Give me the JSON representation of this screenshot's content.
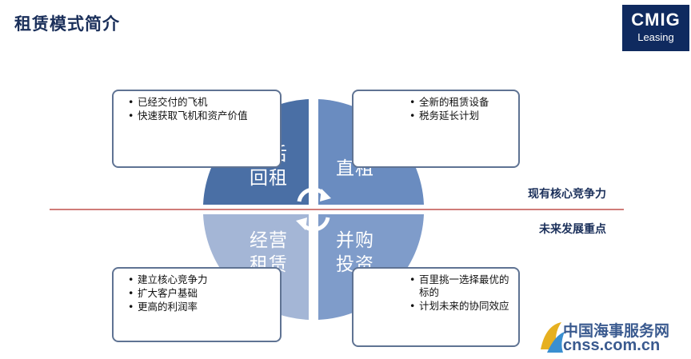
{
  "page": {
    "title": "租赁模式简介"
  },
  "logo": {
    "brand": "CMIG",
    "sub": "Leasing"
  },
  "quadrants": {
    "top_left": "售后\n回租",
    "top_right": "直租",
    "bottom_left": "经营\n租赁",
    "bottom_right": "并购\n投资"
  },
  "callouts": {
    "top_left": [
      "已经交付的飞机",
      "快速获取飞机和资产价值"
    ],
    "top_right": [
      "全新的租赁设备",
      "税务延长计划"
    ],
    "bottom_left": [
      "建立核心竞争力",
      "扩大客户基础",
      "更高的利润率"
    ],
    "bottom_right": [
      "百里挑一选择最优的标的",
      "计划未来的协同效应"
    ]
  },
  "labels": {
    "upper": "现有核心竞争力",
    "lower": "未来发展重点"
  },
  "watermark": {
    "cn": "中国海事服务网",
    "en": "cnss.com.cn"
  },
  "colors": {
    "top_left": "#4a6fa5",
    "top_right": "#6a8cc0",
    "bottom_left": "#a4b6d6",
    "bottom_right": "#7f9cca",
    "divider": "#c0504d"
  }
}
